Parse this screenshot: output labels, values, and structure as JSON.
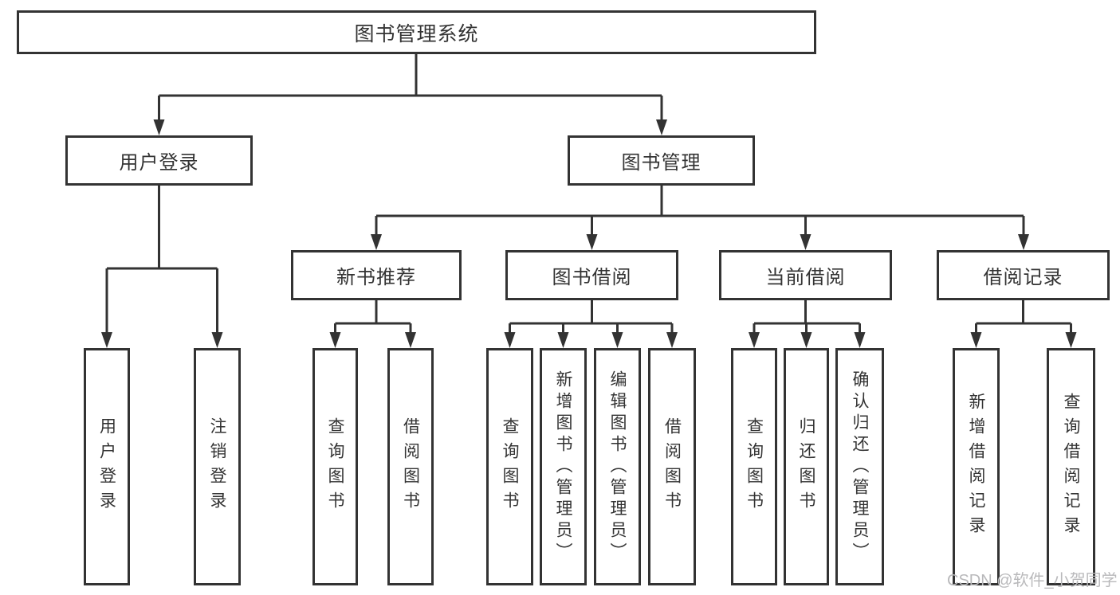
{
  "nodes": {
    "root": {
      "label": "图书管理系统"
    },
    "branches": [
      {
        "label": "用户登录",
        "children": [
          {
            "label": "用户登录"
          },
          {
            "label": "注销登录"
          }
        ]
      },
      {
        "label": "图书管理",
        "children": [
          {
            "label": "新书推荐",
            "children": [
              {
                "label": "查询图书"
              },
              {
                "label": "借阅图书"
              }
            ]
          },
          {
            "label": "图书借阅",
            "children": [
              {
                "label": "查询图书"
              },
              {
                "label": "新增图书（管理员）"
              },
              {
                "label": "编辑图书（管理员）"
              },
              {
                "label": "借阅图书"
              }
            ]
          },
          {
            "label": "当前借阅",
            "children": [
              {
                "label": "查询图书"
              },
              {
                "label": "归还图书"
              },
              {
                "label": "确认归还（管理员）"
              }
            ]
          },
          {
            "label": "借阅记录",
            "children": [
              {
                "label": "新增借阅记录"
              },
              {
                "label": "查询借阅记录"
              }
            ]
          }
        ]
      }
    ]
  },
  "watermark": {
    "text": "CSDN @软件_小贺同学",
    "color": "#b9b9bb"
  },
  "colors": {
    "line": "#333333",
    "text": "#333333",
    "background": "#ffffff"
  }
}
